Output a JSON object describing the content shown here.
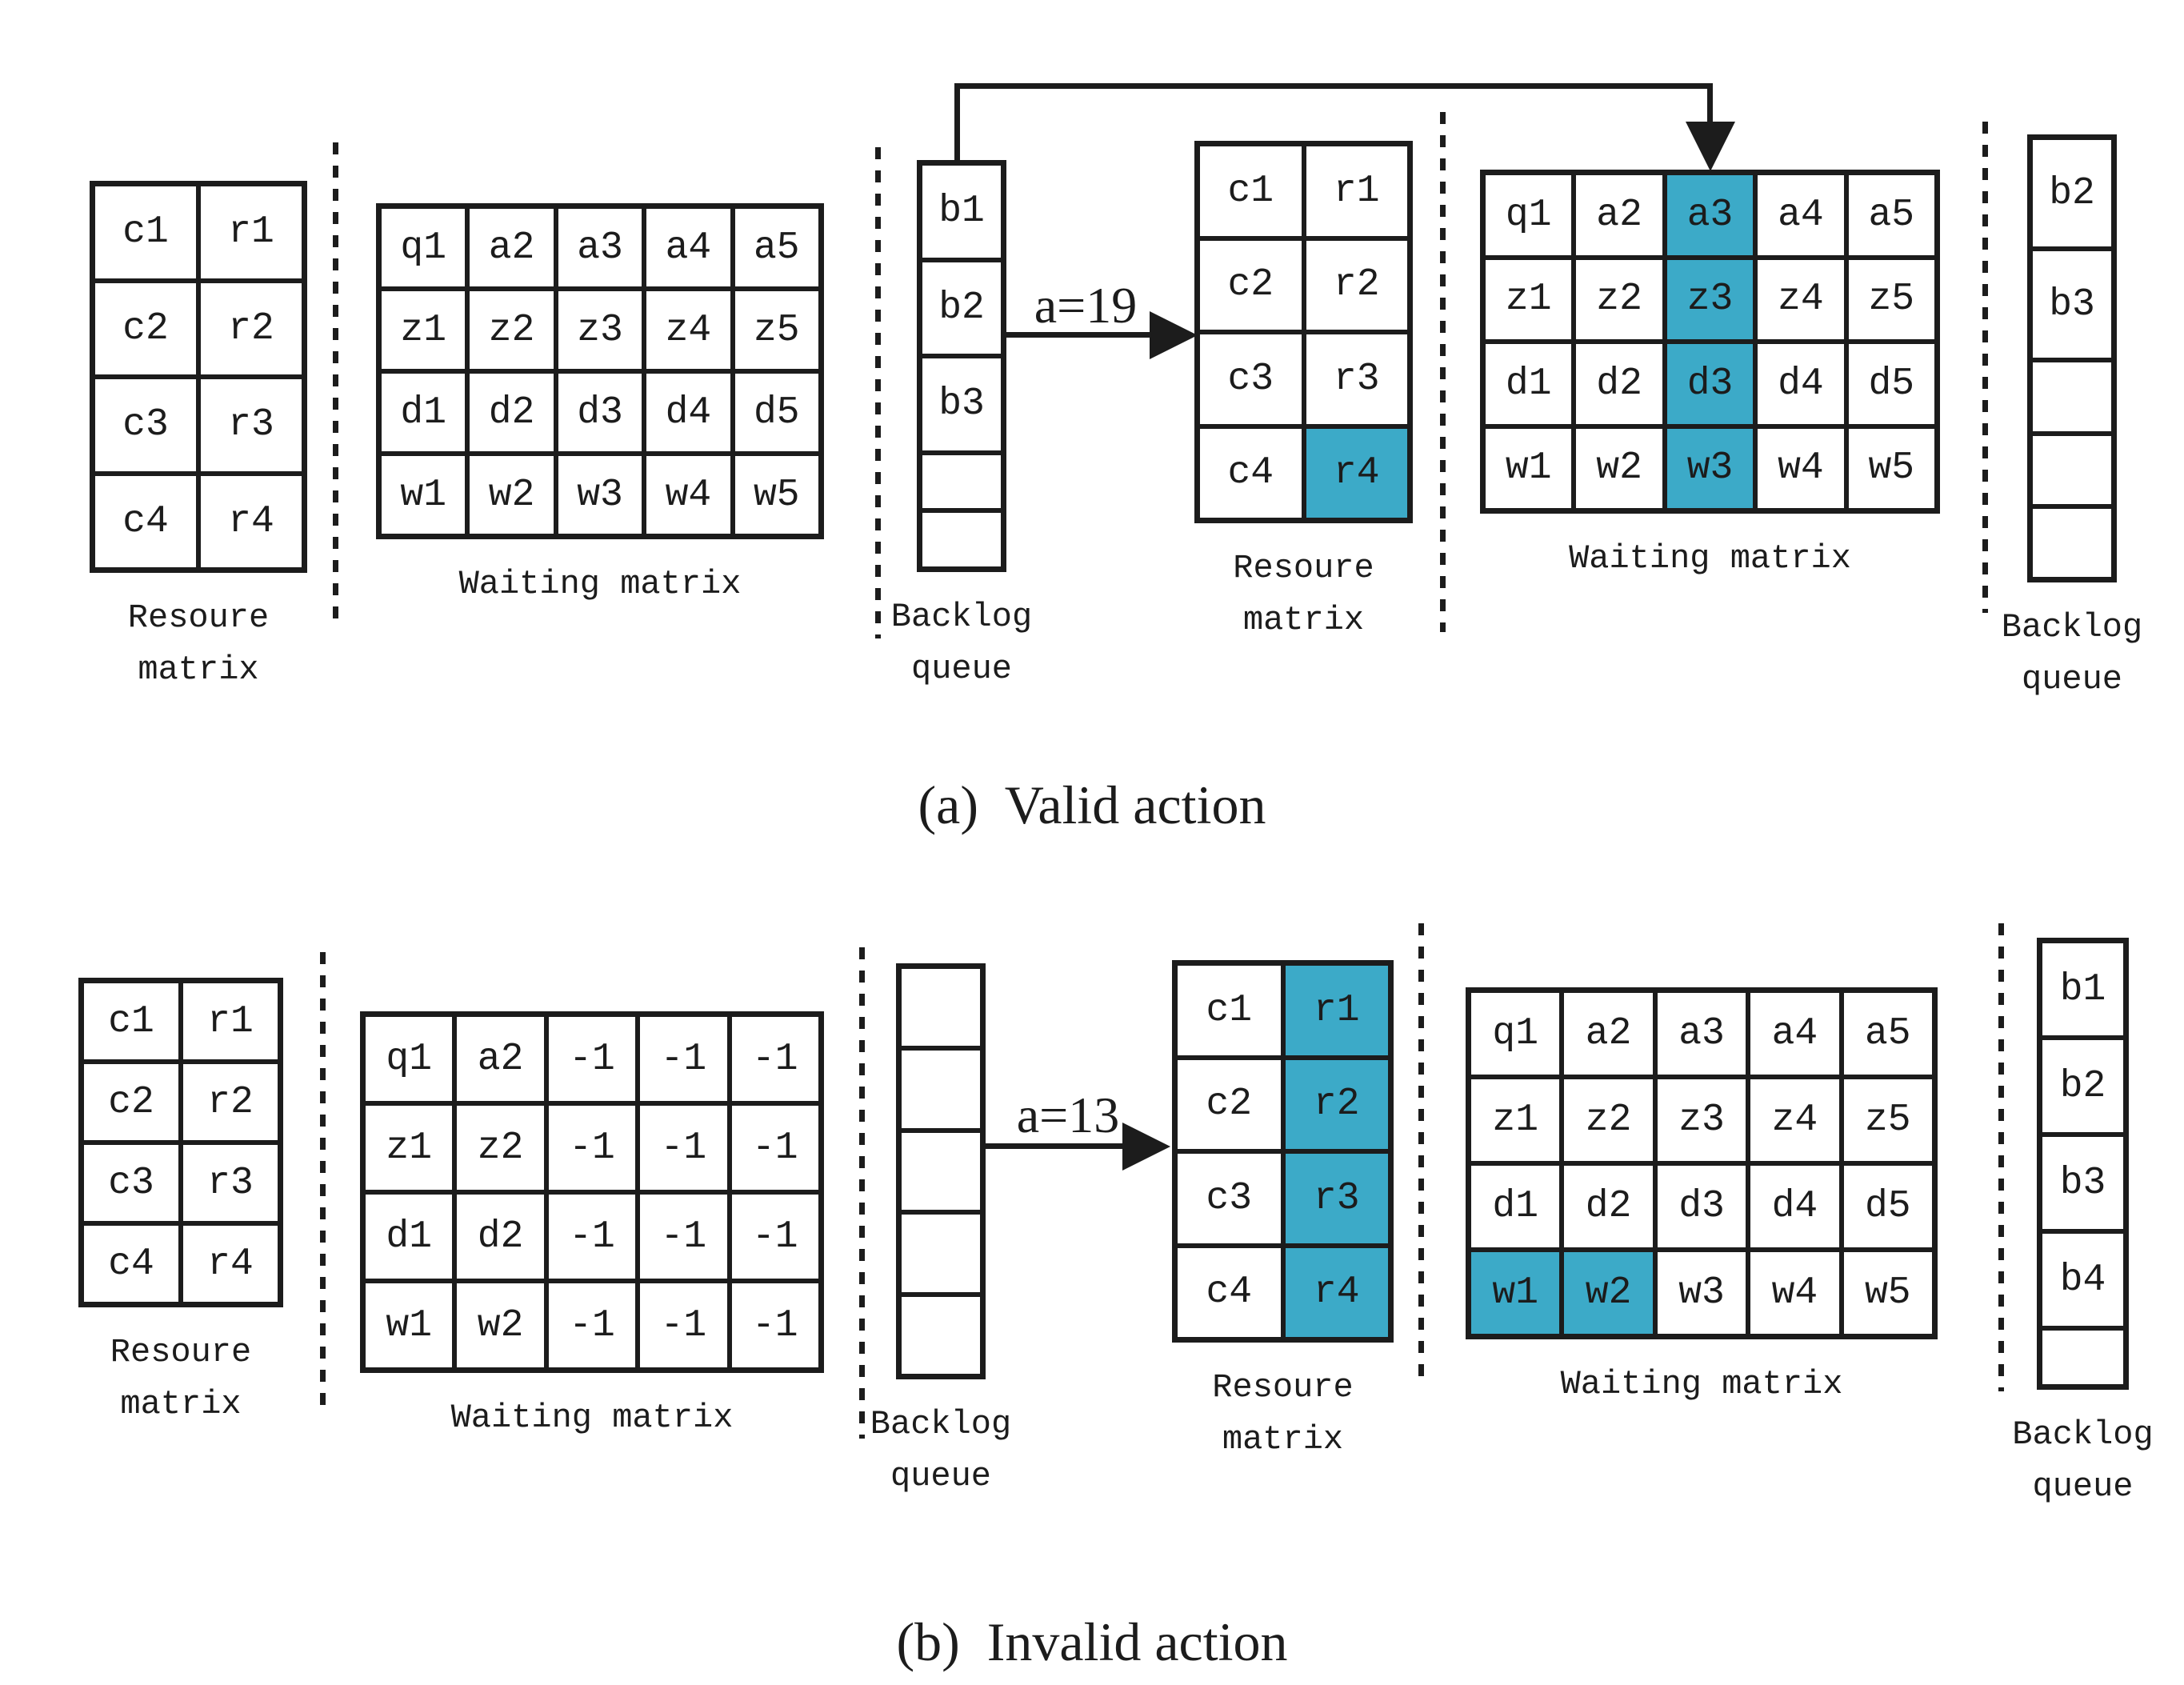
{
  "colors": {
    "highlight": "#3CAAC8",
    "ink": "#1c1c1c"
  },
  "labels": {
    "resource": [
      "Resoure",
      "matrix"
    ],
    "waiting": [
      "Waiting matrix"
    ],
    "backlog": [
      "Backlog",
      "queue"
    ]
  },
  "panel_a": {
    "caption": "(a)  Valid action",
    "arrow_label": "a=19",
    "resource_before": {
      "cells": [
        [
          "c1",
          "r1"
        ],
        [
          "c2",
          "r2"
        ],
        [
          "c3",
          "r3"
        ],
        [
          "c4",
          "r4"
        ]
      ]
    },
    "waiting_before": {
      "cells": [
        [
          "q1",
          "a2",
          "a3",
          "a4",
          "a5"
        ],
        [
          "z1",
          "z2",
          "z3",
          "z4",
          "z5"
        ],
        [
          "d1",
          "d2",
          "d3",
          "d4",
          "d5"
        ],
        [
          "w1",
          "w2",
          "w3",
          "w4",
          "w5"
        ]
      ]
    },
    "backlog_before": {
      "cells": [
        [
          "b1"
        ],
        [
          "b2"
        ],
        [
          "b3"
        ],
        [
          ""
        ],
        [
          ""
        ]
      ]
    },
    "resource_after": {
      "cells": [
        [
          "c1",
          "r1"
        ],
        [
          "c2",
          "r2"
        ],
        [
          "c3",
          "r3"
        ],
        [
          "c4",
          "r4"
        ]
      ],
      "hl": [
        [
          0,
          0
        ],
        [
          0,
          0
        ],
        [
          0,
          0
        ],
        [
          0,
          1
        ]
      ]
    },
    "waiting_after": {
      "cells": [
        [
          "q1",
          "a2",
          "a3",
          "a4",
          "a5"
        ],
        [
          "z1",
          "z2",
          "z3",
          "z4",
          "z5"
        ],
        [
          "d1",
          "d2",
          "d3",
          "d4",
          "d5"
        ],
        [
          "w1",
          "w2",
          "w3",
          "w4",
          "w5"
        ]
      ],
      "hl": [
        [
          0,
          0,
          1,
          0,
          0
        ],
        [
          0,
          0,
          1,
          0,
          0
        ],
        [
          0,
          0,
          1,
          0,
          0
        ],
        [
          0,
          0,
          1,
          0,
          0
        ]
      ]
    },
    "backlog_after": {
      "cells": [
        [
          "b2"
        ],
        [
          "b3"
        ],
        [
          ""
        ],
        [
          ""
        ],
        [
          ""
        ]
      ]
    }
  },
  "panel_b": {
    "caption": "(b)  Invalid action",
    "arrow_label": "a=13",
    "resource_before": {
      "cells": [
        [
          "c1",
          "r1"
        ],
        [
          "c2",
          "r2"
        ],
        [
          "c3",
          "r3"
        ],
        [
          "c4",
          "r4"
        ]
      ]
    },
    "waiting_before": {
      "cells": [
        [
          "q1",
          "a2",
          "-1",
          "-1",
          "-1"
        ],
        [
          "z1",
          "z2",
          "-1",
          "-1",
          "-1"
        ],
        [
          "d1",
          "d2",
          "-1",
          "-1",
          "-1"
        ],
        [
          "w1",
          "w2",
          "-1",
          "-1",
          "-1"
        ]
      ]
    },
    "backlog_before": {
      "cells": [
        [
          ""
        ],
        [
          ""
        ],
        [
          ""
        ],
        [
          ""
        ],
        [
          ""
        ]
      ]
    },
    "resource_after": {
      "cells": [
        [
          "c1",
          "r1"
        ],
        [
          "c2",
          "r2"
        ],
        [
          "c3",
          "r3"
        ],
        [
          "c4",
          "r4"
        ]
      ],
      "hl": [
        [
          0,
          1
        ],
        [
          0,
          1
        ],
        [
          0,
          1
        ],
        [
          0,
          1
        ]
      ]
    },
    "waiting_after": {
      "cells": [
        [
          "q1",
          "a2",
          "a3",
          "a4",
          "a5"
        ],
        [
          "z1",
          "z2",
          "z3",
          "z4",
          "z5"
        ],
        [
          "d1",
          "d2",
          "d3",
          "d4",
          "d5"
        ],
        [
          "w1",
          "w2",
          "w3",
          "w4",
          "w5"
        ]
      ],
      "hl": [
        [
          0,
          0,
          0,
          0,
          0
        ],
        [
          0,
          0,
          0,
          0,
          0
        ],
        [
          0,
          0,
          0,
          0,
          0
        ],
        [
          1,
          1,
          0,
          0,
          0
        ]
      ]
    },
    "backlog_after": {
      "cells": [
        [
          "b1"
        ],
        [
          "b2"
        ],
        [
          "b3"
        ],
        [
          "b4"
        ],
        [
          ""
        ]
      ]
    }
  }
}
